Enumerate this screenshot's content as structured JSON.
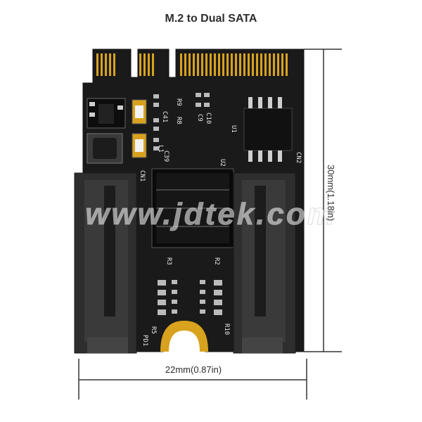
{
  "title": "M.2 to Dual SATA",
  "dimension_width": "22mm(0.87in)",
  "dimension_height": "30mm(1.18in)",
  "watermark": "www.jdtek.com",
  "silkscreen": {
    "r9": "R9",
    "r8": "R8",
    "c41": "C41",
    "c10": "C10",
    "c9": "C9",
    "l1": "L1",
    "c39": "C39",
    "u1": "U1",
    "u2": "U2",
    "cn1": "CN1",
    "cn2": "CN2",
    "r3": "R3",
    "r2": "R2",
    "r5": "R5",
    "r10": "R10",
    "pd1": "PD1"
  },
  "colors": {
    "pcb": "#1a1a1a",
    "gold": "#d8a21e",
    "connector": "#2e2e2e"
  }
}
